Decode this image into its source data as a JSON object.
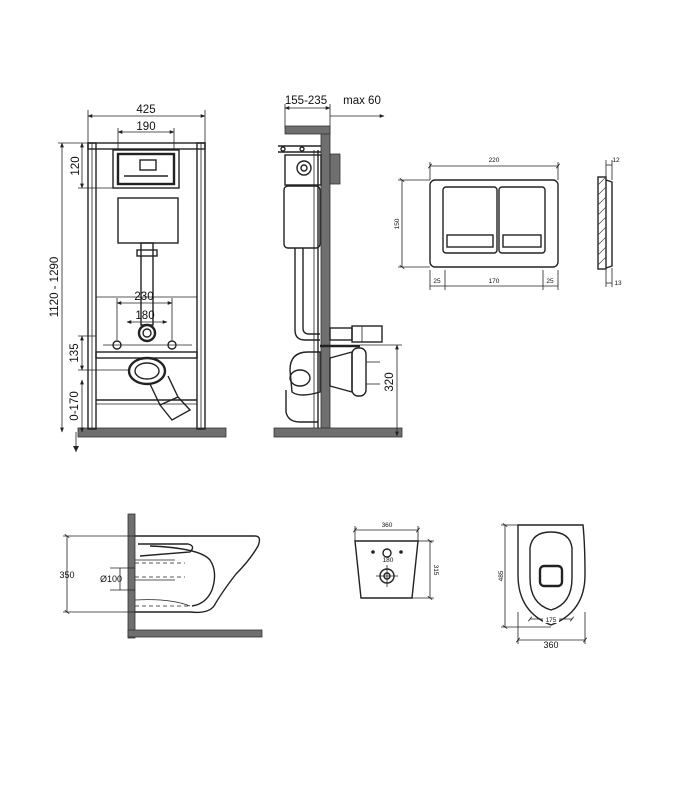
{
  "frame_front": {
    "width": "425",
    "inner_width": "190",
    "top_height": "120",
    "total_height": "1120 - 1290",
    "bolt_spacing": "230",
    "pipe_spacing": "180",
    "outlet_height": "135",
    "leg_range": "0-170"
  },
  "frame_side": {
    "depth": "155-235",
    "max_wall": "max 60",
    "drain_height": "320"
  },
  "flush_plate": {
    "width": "220",
    "height": "150",
    "margin_left": "25",
    "inner_width": "170",
    "margin_right": "25",
    "depth_top": "12",
    "depth_bottom": "13"
  },
  "toilet_side": {
    "height": "350",
    "pipe_diameter": "Ø100"
  },
  "toilet_back": {
    "width": "360",
    "height": "315",
    "bolt_spacing": "180"
  },
  "toilet_top": {
    "length": "485",
    "inner_width": "175",
    "width": "360"
  }
}
